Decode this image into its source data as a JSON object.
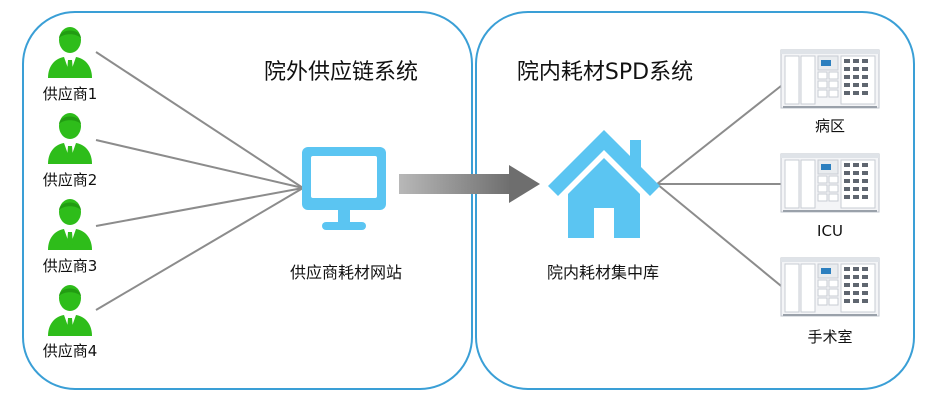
{
  "diagram": {
    "left_panel": {
      "title": "院外供应链系统",
      "suppliers": [
        "供应商1",
        "供应商2",
        "供应商3",
        "供应商4"
      ],
      "hub_label": "供应商耗材网站"
    },
    "right_panel": {
      "title": "院内耗材SPD系统",
      "hub_label": "院内耗材集中库",
      "destinations": [
        "病区",
        "ICU",
        "手术室"
      ]
    },
    "colors": {
      "panel_border": "#3a9fd6",
      "person_icon": "#2ebd1a",
      "monitor_icon": "#5bc5f2",
      "house_icon": "#5bc5f2",
      "arrow": "#7a7a7a",
      "connector": "#8c8c8c"
    },
    "icons": {
      "supplier": "person-icon",
      "website": "monitor-icon",
      "warehouse": "house-icon",
      "destination": "cabinet-icon"
    }
  }
}
